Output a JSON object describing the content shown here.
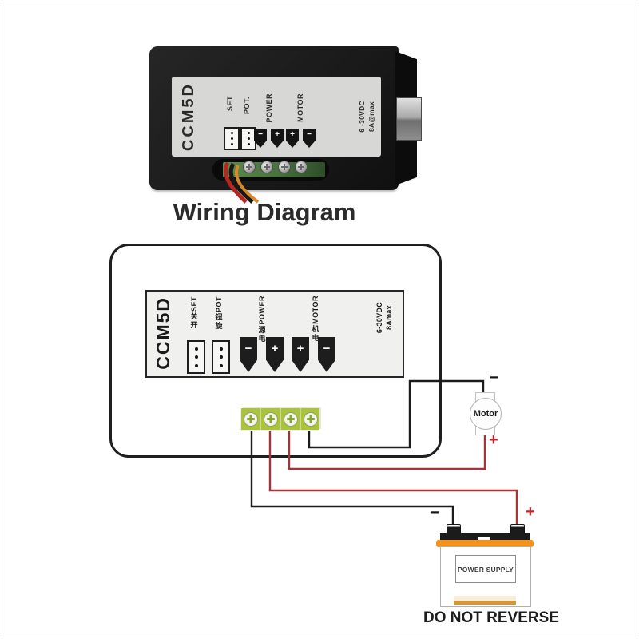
{
  "title": "Wiring Diagram",
  "photo": {
    "model": "CCM5D",
    "set_label": "SET",
    "pot_label": "POT.",
    "power_label": "POWER",
    "motor_label": "MOTOR",
    "spec_line1": "6 -30VDC",
    "spec_line2": "8A@max",
    "terminal_signs": [
      "−",
      "+",
      "+",
      "−"
    ]
  },
  "diagram": {
    "controller": {
      "model": "CCM5D",
      "set": {
        "cjk": "开关",
        "lat": "SET"
      },
      "pot": {
        "cjk": "旋钮",
        "lat": "POT"
      },
      "power": {
        "cjk": "电源",
        "lat": "POWER"
      },
      "motor": {
        "cjk": "电机",
        "lat": "MOTOR"
      },
      "spec_line1": "6-30VDC",
      "spec_line2": "8Amax",
      "terminal_signs": [
        "−",
        "+",
        "+",
        "−"
      ]
    },
    "motor": {
      "label": "Motor",
      "neg_sign": "−",
      "pos_sign": "+"
    },
    "power_supply": {
      "label": "POWER SUPPLY",
      "warning": "DO NOT REVERSE",
      "neg_sign": "−",
      "pos_sign": "+"
    }
  },
  "colors": {
    "wire_negative": "#1c1c1c",
    "wire_positive": "#a63338",
    "sign_positive_red": "#c3242b",
    "terminal_green": "#a9c43b",
    "battery_orange": "#f2911c",
    "device_label_gray": "#d7d7d5"
  }
}
